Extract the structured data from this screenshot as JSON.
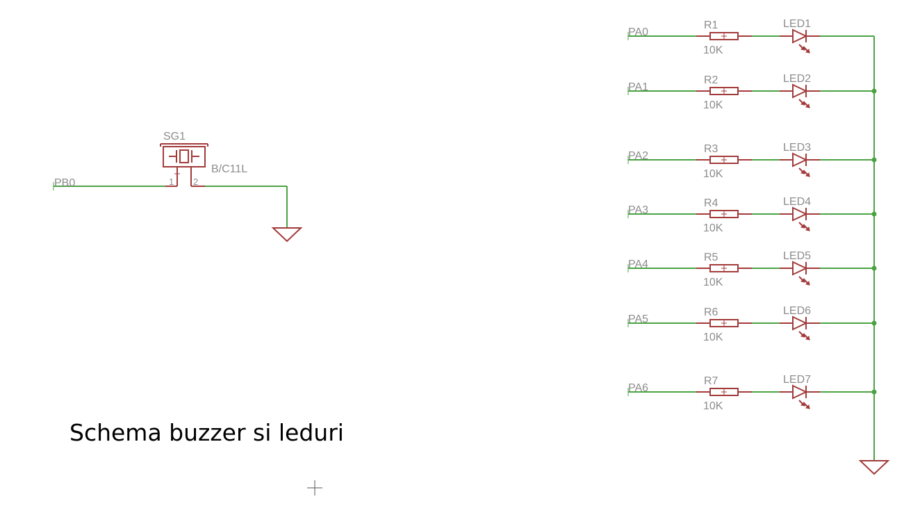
{
  "title": "Schema buzzer si leduri",
  "colors": {
    "wire": "#4aa342",
    "component": "#a33a3a",
    "label": "#8c8c8c",
    "junction": "#4aa342"
  },
  "buzzer": {
    "reference": "SG1",
    "value": "B/C11L",
    "pin1": "1",
    "pin2": "2",
    "net": "PB0"
  },
  "led_rows": [
    {
      "net": "PA0",
      "resistor": "R1",
      "resistor_value": "10K",
      "led": "LED1"
    },
    {
      "net": "PA1",
      "resistor": "R2",
      "resistor_value": "10K",
      "led": "LED2"
    },
    {
      "net": "PA2",
      "resistor": "R3",
      "resistor_value": "10K",
      "led": "LED3"
    },
    {
      "net": "PA3",
      "resistor": "R4",
      "resistor_value": "10K",
      "led": "LED4"
    },
    {
      "net": "PA4",
      "resistor": "R5",
      "resistor_value": "10K",
      "led": "LED5"
    },
    {
      "net": "PA5",
      "resistor": "R6",
      "resistor_value": "10K",
      "led": "LED6"
    },
    {
      "net": "PA6",
      "resistor": "R7",
      "resistor_value": "10K",
      "led": "LED7"
    }
  ]
}
